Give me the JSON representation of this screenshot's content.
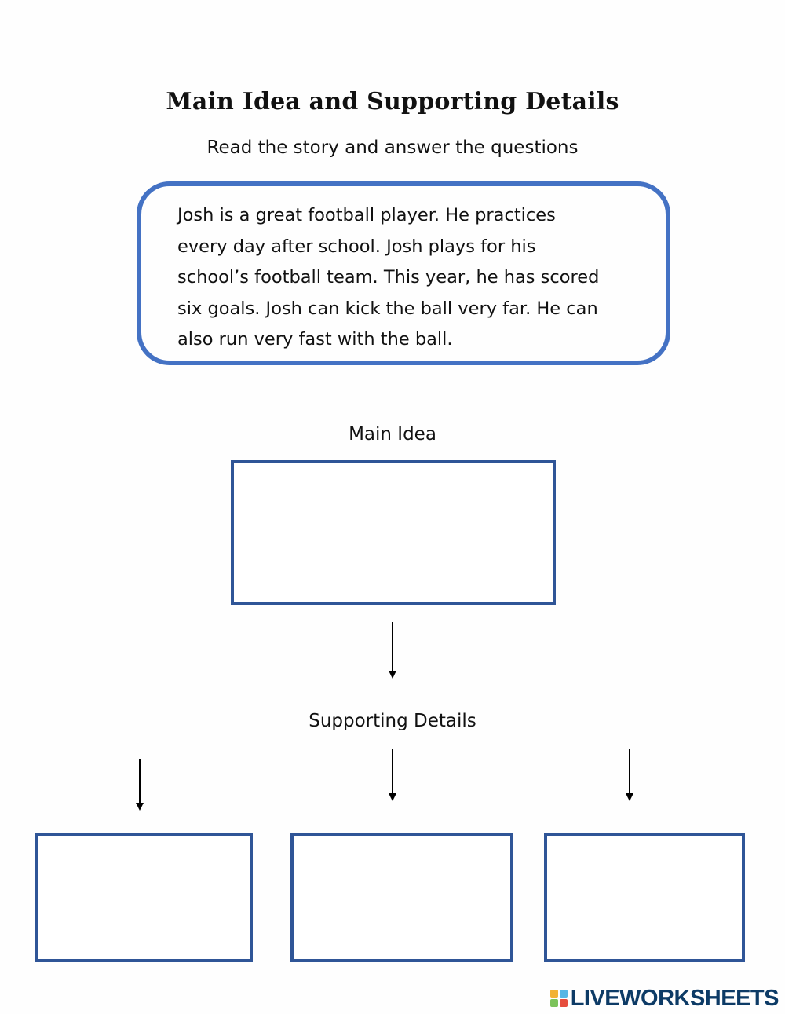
{
  "worksheet": {
    "title": "Main Idea and Supporting Details",
    "instructions": "Read the story and answer the questions",
    "story_lines": [
      "Josh is a great football player. He practices",
      "every day after school. Josh plays for his",
      "school’s football team. This year, he has scored",
      "six goals. Josh can kick the ball very far. He can",
      "also run very fast with the ball."
    ],
    "main_idea_label": "Main Idea",
    "supporting_details_label": "Supporting Details"
  },
  "watermark": {
    "text": "LIVEWORKSHEETS",
    "logo_icon": "liveworksheets-logo-icon",
    "logo_colors": [
      "#f2b134",
      "#57b6e5",
      "#7cc35b",
      "#e64d3d"
    ]
  },
  "colors": {
    "story_border": "#4472c4",
    "box_border": "#2f5597",
    "arrow": "#000000"
  }
}
